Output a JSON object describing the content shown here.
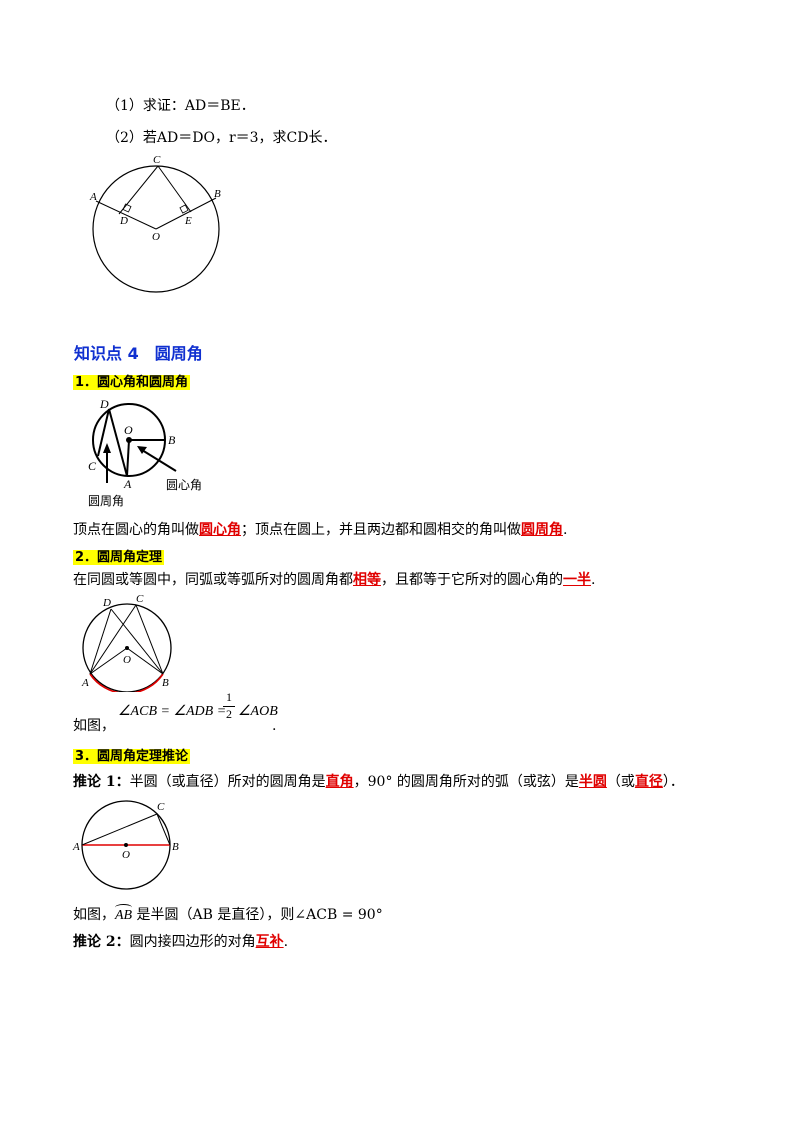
{
  "problem": {
    "q1": "（1）求证：AD＝BE．",
    "q2": "（2）若AD＝DO，r＝3，求CD长．",
    "fig_labels": [
      "C",
      "A",
      "B",
      "D",
      "E",
      "O"
    ]
  },
  "section": {
    "title": "知识点 4　圆周角"
  },
  "sub1": {
    "title": "1．圆心角和圆周角",
    "fig_labels": [
      "D",
      "O",
      "B",
      "C",
      "A"
    ],
    "fig_caption_left": "圆周角",
    "fig_caption_right": "圆心角",
    "text_a": "顶点在圆心的角叫做",
    "ans_a": "圆心角",
    "text_b": "；顶点在圆上，并且两边都和圆相交的角叫做",
    "ans_b": "圆周角",
    "text_c": "."
  },
  "sub2": {
    "title": "2．圆周角定理",
    "text_a": "在同圆或等圆中，同弧或等弧所对的圆周角都",
    "ans_a": "相等",
    "text_b": "，且都等于它所对的圆心角的",
    "ans_b": "一半",
    "text_c": ".",
    "fig_labels": [
      "D",
      "C",
      "O",
      "A",
      "B"
    ],
    "formula_prefix": "如图，",
    "formula_left": "∠ACB = ∠ADB = ",
    "formula_num": "1",
    "formula_den": "2",
    "formula_right": "∠AOB",
    "formula_end": "."
  },
  "sub3": {
    "title": "3．圆周角定理推论",
    "c1_label": "推论 1：",
    "c1_text_a": "半圆（或直径）所对的圆周角是",
    "c1_ans_a": "直角",
    "c1_text_b": "，90° 的圆周角所对的弧（或弦）是",
    "c1_ans_b": "半圆",
    "c1_text_c": "（或",
    "c1_ans_c": "直径",
    "c1_text_d": "）．",
    "fig_labels": [
      "C",
      "A",
      "O",
      "B"
    ],
    "c1_example_a": "如图，",
    "c1_arc": "AB",
    "c1_example_b": " 是半圆（AB 是直径），则∠ACB = 90°",
    "c2_label": "推论 2：",
    "c2_text_a": "圆内接四边形的对角",
    "c2_ans_a": "互补",
    "c2_text_b": "."
  },
  "colors": {
    "heading": "#1030d0",
    "highlight": "#ffff00",
    "answer": "#e00000",
    "arc": "#e00000"
  }
}
